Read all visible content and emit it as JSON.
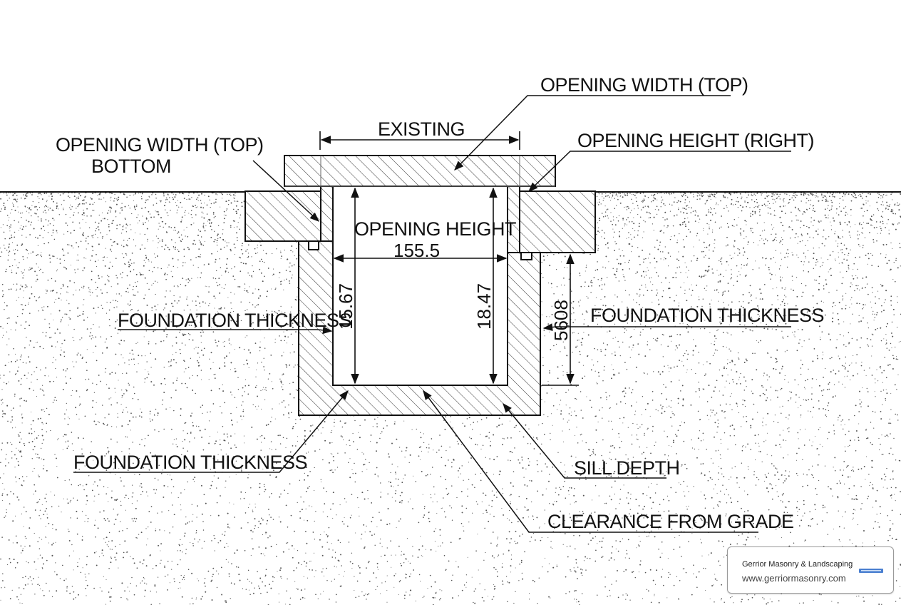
{
  "diagram": {
    "labels": {
      "opening_width_top": "OPENING WIDTH (TOP)",
      "existing": "EXISTING",
      "opening_height_right": "OPENING HEIGHT (RIGHT)",
      "opening_width_top_left": "OPENING WIDTH (TOP)",
      "bottom": "BOTTOM",
      "opening_height": "OPENING HEIGHT",
      "foundation_thickness_left": "FOUNDATION THICKNESS",
      "foundation_thickness_right": "FOUNDATION THICKNESS",
      "foundation_thickness_bottom": "FOUNDATION THICKNESS",
      "sill_depth": "SILL DEPTH",
      "clearance_from_grade": "CLEARANCE FROM GRADE"
    },
    "dimensions": {
      "width_value": "155.5",
      "left_height_value": "15.67",
      "right_height_value": "18.47",
      "outer_height_value": "5608"
    }
  },
  "credit": {
    "company": "Gerrior Masonry & Landscaping",
    "url": "www.gerriormasonry.com"
  },
  "colors": {
    "line": "#111111",
    "hatch": "#333333",
    "soil_dots": "#555555",
    "logo": "#4a7fd0"
  }
}
